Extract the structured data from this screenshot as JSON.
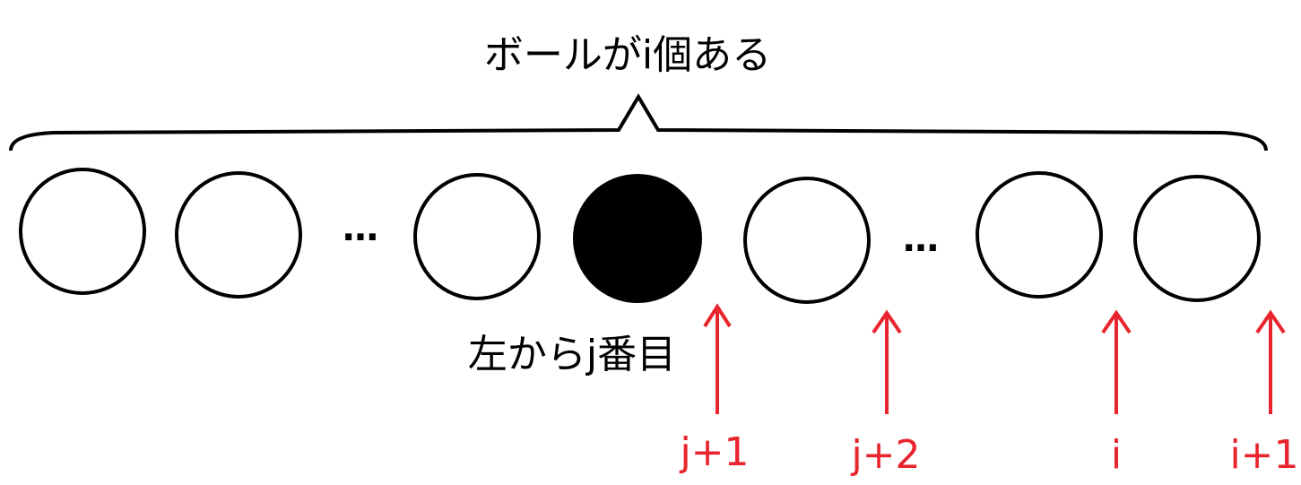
{
  "top_label": "ボールがi個ある",
  "bottom_label": "左からj番目",
  "ellipsis": "…",
  "balls": [
    {
      "filled": false
    },
    {
      "filled": false
    },
    {
      "filled": false
    },
    {
      "filled": true
    },
    {
      "filled": false
    },
    {
      "filled": false
    },
    {
      "filled": false
    }
  ],
  "arrows": [
    {
      "label": "j+1"
    },
    {
      "label": "j+2"
    },
    {
      "label": "i"
    },
    {
      "label": "i+1"
    }
  ],
  "colors": {
    "ink": "#000000",
    "accent": "#e8242c",
    "background": "#ffffff"
  }
}
